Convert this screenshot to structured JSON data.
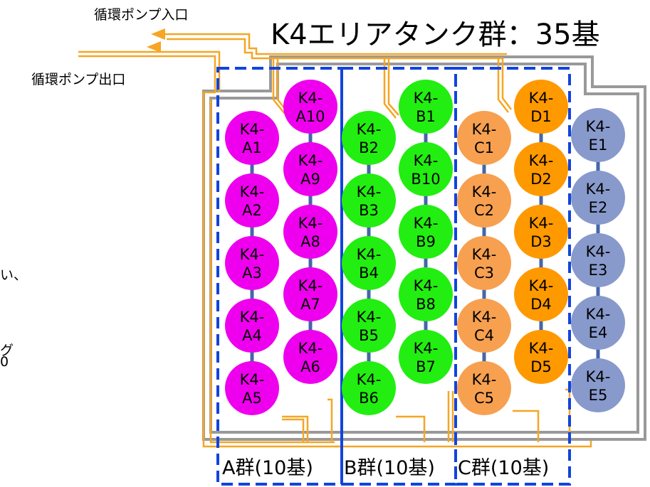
{
  "title": "K4エリアタンク群：35基",
  "pump_inlet_label": "循環ポンプ入口",
  "pump_outlet_label": "循環ポンプ出口",
  "groups": [
    {
      "label": "A群(10基)"
    },
    {
      "label": "B群(10基)"
    },
    {
      "label": "C群(10基)"
    }
  ],
  "left_text_fragments": [
    "い、",
    "グ",
    "0"
  ],
  "colors": {
    "a_tank": "#ee00ee",
    "b_tank": "#22ee11",
    "c_tank": "#f7a050",
    "d_tank": "#ff9900",
    "e_tank": "#8899cc",
    "pipe": "#f5a623",
    "enclosure": "#999999",
    "group_box": "#1144dd",
    "connector": "#4466aa"
  },
  "tanks": [
    {
      "name": "K4-A1",
      "line1": "K4-",
      "line2": "A1",
      "series": "A"
    },
    {
      "name": "K4-A2",
      "line1": "K4-",
      "line2": "A2",
      "series": "A"
    },
    {
      "name": "K4-A3",
      "line1": "K4-",
      "line2": "A3",
      "series": "A"
    },
    {
      "name": "K4-A4",
      "line1": "K4-",
      "line2": "A4",
      "series": "A"
    },
    {
      "name": "K4-A5",
      "line1": "K4-",
      "line2": "A5",
      "series": "A"
    },
    {
      "name": "K4-A10",
      "line1": "K4-",
      "line2": "A10",
      "series": "A"
    },
    {
      "name": "K4-A9",
      "line1": "K4-",
      "line2": "A9",
      "series": "A"
    },
    {
      "name": "K4-A8",
      "line1": "K4-",
      "line2": "A8",
      "series": "A"
    },
    {
      "name": "K4-A7",
      "line1": "K4-",
      "line2": "A7",
      "series": "A"
    },
    {
      "name": "K4-A6",
      "line1": "K4-",
      "line2": "A6",
      "series": "A"
    },
    {
      "name": "K4-B2",
      "line1": "K4-",
      "line2": "B2",
      "series": "B"
    },
    {
      "name": "K4-B3",
      "line1": "K4-",
      "line2": "B3",
      "series": "B"
    },
    {
      "name": "K4-B4",
      "line1": "K4-",
      "line2": "B4",
      "series": "B"
    },
    {
      "name": "K4-B5",
      "line1": "K4-",
      "line2": "B5",
      "series": "B"
    },
    {
      "name": "K4-B6",
      "line1": "K4-",
      "line2": "B6",
      "series": "B"
    },
    {
      "name": "K4-B1",
      "line1": "K4-",
      "line2": "B1",
      "series": "B"
    },
    {
      "name": "K4-B10",
      "line1": "K4-",
      "line2": "B10",
      "series": "B"
    },
    {
      "name": "K4-B9",
      "line1": "K4-",
      "line2": "B9",
      "series": "B"
    },
    {
      "name": "K4-B8",
      "line1": "K4-",
      "line2": "B8",
      "series": "B"
    },
    {
      "name": "K4-B7",
      "line1": "K4-",
      "line2": "B7",
      "series": "B"
    },
    {
      "name": "K4-C1",
      "line1": "K4-",
      "line2": "C1",
      "series": "C"
    },
    {
      "name": "K4-C2",
      "line1": "K4-",
      "line2": "C2",
      "series": "C"
    },
    {
      "name": "K4-C3",
      "line1": "K4-",
      "line2": "C3",
      "series": "C"
    },
    {
      "name": "K4-C4",
      "line1": "K4-",
      "line2": "C4",
      "series": "C"
    },
    {
      "name": "K4-C5",
      "line1": "K4-",
      "line2": "C5",
      "series": "C"
    },
    {
      "name": "K4-D1",
      "line1": "K4-",
      "line2": "D1",
      "series": "D"
    },
    {
      "name": "K4-D2",
      "line1": "K4-",
      "line2": "D2",
      "series": "D"
    },
    {
      "name": "K4-D3",
      "line1": "K4-",
      "line2": "D3",
      "series": "D"
    },
    {
      "name": "K4-D4",
      "line1": "K4-",
      "line2": "D4",
      "series": "D"
    },
    {
      "name": "K4-D5",
      "line1": "K4-",
      "line2": "D5",
      "series": "D"
    },
    {
      "name": "K4-E1",
      "line1": "K4-",
      "line2": "E1",
      "series": "E"
    },
    {
      "name": "K4-E2",
      "line1": "K4-",
      "line2": "E2",
      "series": "E"
    },
    {
      "name": "K4-E3",
      "line1": "K4-",
      "line2": "E3",
      "series": "E"
    },
    {
      "name": "K4-E4",
      "line1": "K4-",
      "line2": "E4",
      "series": "E"
    },
    {
      "name": "K4-E5",
      "line1": "K4-",
      "line2": "E5",
      "series": "E"
    }
  ]
}
